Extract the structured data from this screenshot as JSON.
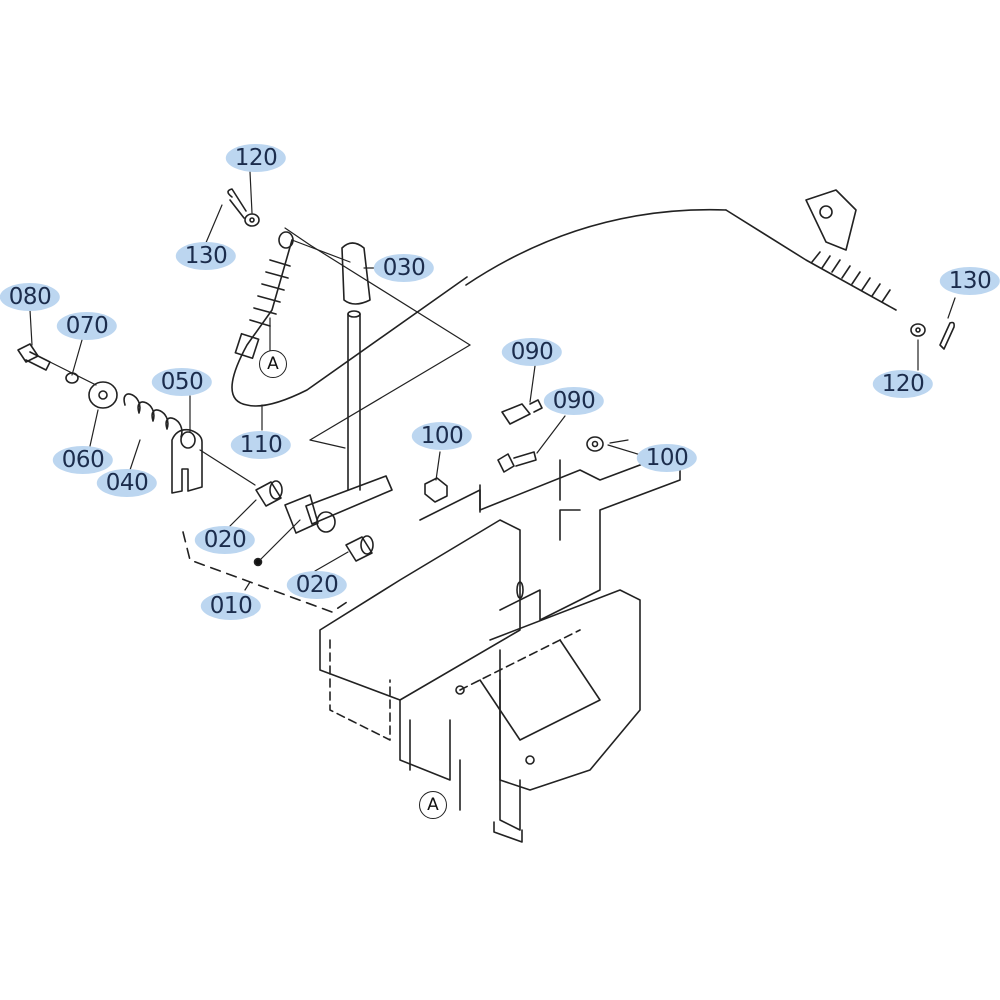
{
  "diagram": {
    "highlight_color": "#bcd6f0",
    "text_color": "#1b2c4c",
    "part_labels": [
      {
        "id": "120-top",
        "text": "120"
      },
      {
        "id": "130-left",
        "text": "130"
      },
      {
        "id": "030",
        "text": "030"
      },
      {
        "id": "080",
        "text": "080"
      },
      {
        "id": "070",
        "text": "070"
      },
      {
        "id": "050",
        "text": "050"
      },
      {
        "id": "090-a",
        "text": "090"
      },
      {
        "id": "090-b",
        "text": "090"
      },
      {
        "id": "100-left",
        "text": "100"
      },
      {
        "id": "100-right",
        "text": "100"
      },
      {
        "id": "110",
        "text": "110"
      },
      {
        "id": "060",
        "text": "060"
      },
      {
        "id": "040",
        "text": "040"
      },
      {
        "id": "020-a",
        "text": "020"
      },
      {
        "id": "020-b",
        "text": "020"
      },
      {
        "id": "010",
        "text": "010"
      },
      {
        "id": "130-right",
        "text": "130"
      },
      {
        "id": "120-right",
        "text": "120"
      }
    ],
    "callouts": [
      {
        "id": "a-top",
        "text": "A"
      },
      {
        "id": "a-bottom",
        "text": "A"
      }
    ]
  }
}
